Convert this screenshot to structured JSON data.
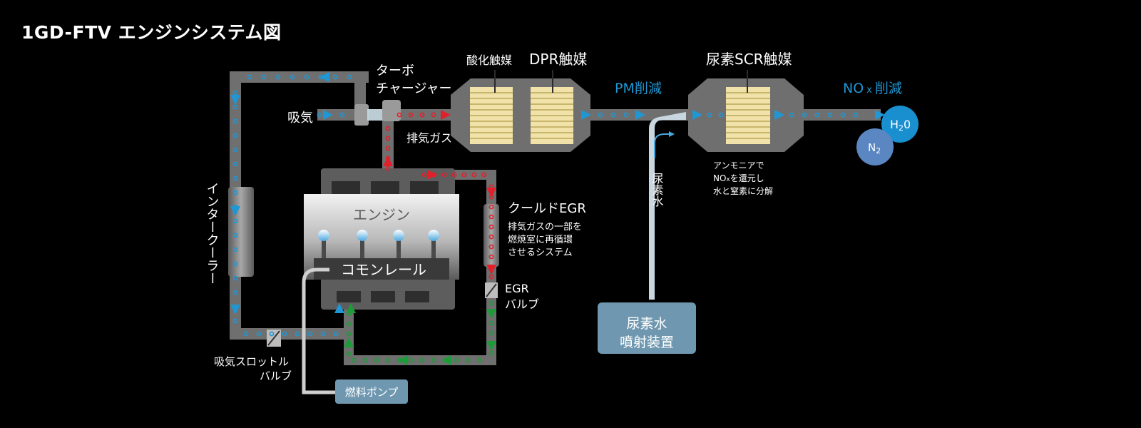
{
  "title": "1GD-FTV エンジンシステム図",
  "labels": {
    "turbo_line1": "ターボ",
    "turbo_line2": "チャージャー",
    "intake": "吸気",
    "exhaust_gas": "排気ガス",
    "oxidation_catalyst": "酸化触媒",
    "dpr_catalyst": "DPR触媒",
    "pm_reduction": "PM削減",
    "urea_scr_catalyst": "尿素SCR触媒",
    "nox_reduction_a": "NO",
    "nox_reduction_b": "x",
    "nox_reduction_c": "削減",
    "h2o_a": "H",
    "h2o_b": "2",
    "h2o_c": "0",
    "n2_a": "N",
    "n2_b": "2",
    "intercooler": "インタークーラー",
    "engine": "エンジン",
    "common_rail": "コモンレール",
    "cooled_egr": "クールドEGR",
    "egr_desc_1": "排気ガスの一部を",
    "egr_desc_2": "燃焼室に再循環",
    "egr_desc_3": "させるシステム",
    "egr_valve_1": "EGR",
    "egr_valve_2": "バルブ",
    "urea_water": "尿素水",
    "scr_desc_1": "アンモニアで",
    "scr_desc_2a": "NO",
    "scr_desc_2b": "x",
    "scr_desc_2c": "を還元し",
    "scr_desc_3": "水と窒素に分解",
    "injector_1": "尿素水",
    "injector_2": "噴射装置",
    "throttle_1": "吸気スロットル",
    "throttle_2": "バルブ",
    "fuel_pump": "燃料ポンプ"
  },
  "colors": {
    "background": "#000000",
    "pipe": "#6f6f6f",
    "intake_flow": "#1f97d4",
    "exhaust_flow": "#e0202a",
    "egr_return_flow": "#1f9a3a",
    "catalyst_fill": "#f0e2a8",
    "injector_box": "#6f98b0",
    "h2o_circle": "#1a8fd0",
    "n2_circle": "#5a86c2"
  }
}
